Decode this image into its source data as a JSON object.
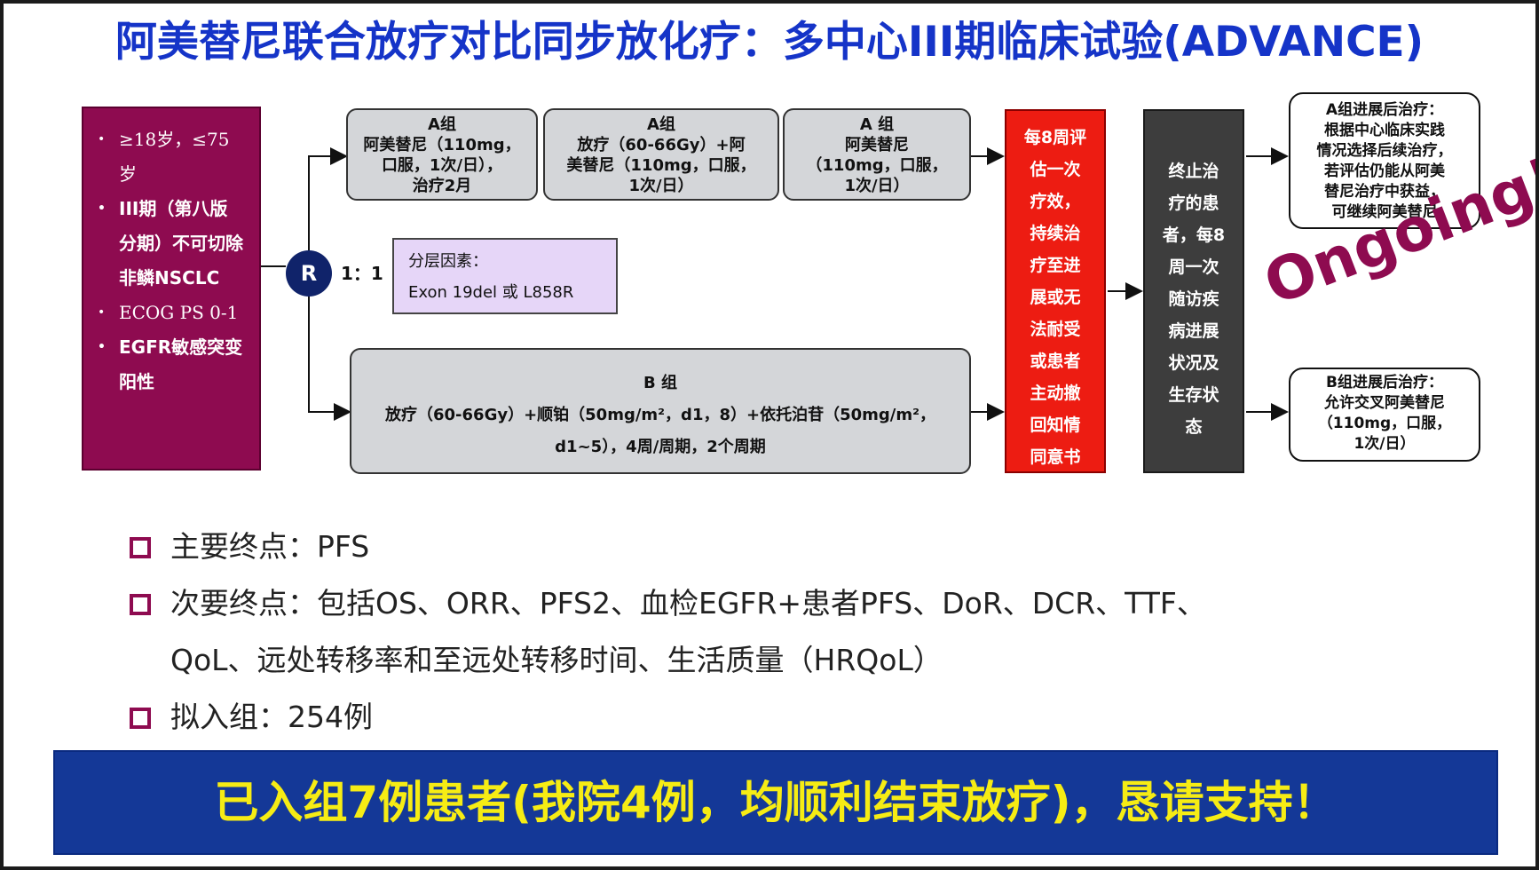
{
  "title": "阿美替尼联合放疗对比同步放化疗：多中心III期临床试验(ADVANCE)",
  "inclusion": [
    {
      "text": "≥18岁，≤75岁"
    },
    {
      "text": "III期（第八版分期）不可切除非鳞NSCLC"
    },
    {
      "text": "ECOG PS 0-1"
    },
    {
      "text": "EGFR敏感突变阳性"
    }
  ],
  "randomization": {
    "symbol": "R",
    "ratio": "1：1"
  },
  "stratification": {
    "label": "分层因素：",
    "value": "Exon 19del 或 L858R"
  },
  "arm_a": [
    {
      "lines": [
        "A组",
        "阿美替尼（110mg，",
        "口服，1次/日），",
        "治疗2月"
      ]
    },
    {
      "lines": [
        "A组",
        "放疗（60-66Gy）+阿",
        "美替尼（110mg，口服，",
        "1次/日）"
      ]
    },
    {
      "lines": [
        "A 组",
        "阿美替尼",
        "（110mg，口服，",
        "1次/日）"
      ]
    }
  ],
  "arm_b": {
    "lines": [
      "B 组",
      "放疗（60-66Gy）+顺铂（50mg/m²，d1，8）+依托泊苷（50mg/m²，",
      "d1~5），4周/周期，2个周期"
    ]
  },
  "evaluation": [
    "每8周评",
    "估一次",
    "疗效，",
    "持续治",
    "疗至进",
    "展或无",
    "法耐受",
    "或患者",
    "主动撤",
    "回知情",
    "同意书"
  ],
  "followup": [
    "终止治",
    "疗的患",
    "者，每8",
    "周一次",
    "随访疾",
    "病进展",
    "状况及",
    "生存状",
    "态"
  ],
  "post_a": [
    "A组进展后治疗：",
    "根据中心临床实践",
    "情况选择后续治疗，",
    "若评估仍能从阿美",
    "替尼治疗中获益，",
    "可继续阿美替尼"
  ],
  "post_b": [
    "B组进展后治疗：",
    "允许交叉阿美替尼",
    "（110mg，口服，",
    "1次/日）"
  ],
  "ongoing": "Ongoing!",
  "endpoints": [
    "主要终点：PFS",
    "次要终点：包括OS、ORR、PFS2、血检EGFR+患者PFS、DoR、DCR、TTF、",
    "QoL、远处转移率和至远处转移时间、生活质量（HRQoL）",
    "拟入组：254例"
  ],
  "banner": "已入组7例患者(我院4例，均顺利结束放疗)，恳请支持！",
  "colors": {
    "title": "#1534c8",
    "inclusion": "#8e0b50",
    "evaluation": "#ed1c12",
    "followup": "#3d3d3d",
    "banner_bg": "#143897",
    "banner_text": "#f6ec14"
  }
}
